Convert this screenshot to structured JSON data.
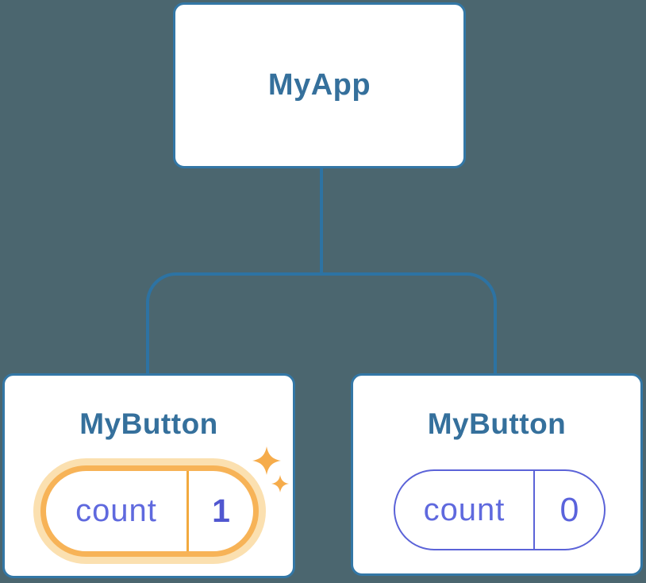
{
  "diagram": {
    "description": "React component tree with state",
    "tree": {
      "root": {
        "label": "MyApp"
      },
      "children": [
        {
          "label": "MyButton",
          "state": {
            "name": "count",
            "value": "1"
          },
          "highlighted": true
        },
        {
          "label": "MyButton",
          "state": {
            "name": "count",
            "value": "0"
          },
          "highlighted": false
        }
      ]
    },
    "colors": {
      "background": "#4B666F",
      "node_fill": "#FFFFFF",
      "node_border_blue": "#3377A6",
      "connector_blue": "#2D73A3",
      "title_blue": "#35709C",
      "state_purple": "#5F69DE",
      "highlight_orange": "#F7B357",
      "highlight_glow": "#FBE0B0",
      "sparkle_orange": "#F6AC4B"
    }
  }
}
